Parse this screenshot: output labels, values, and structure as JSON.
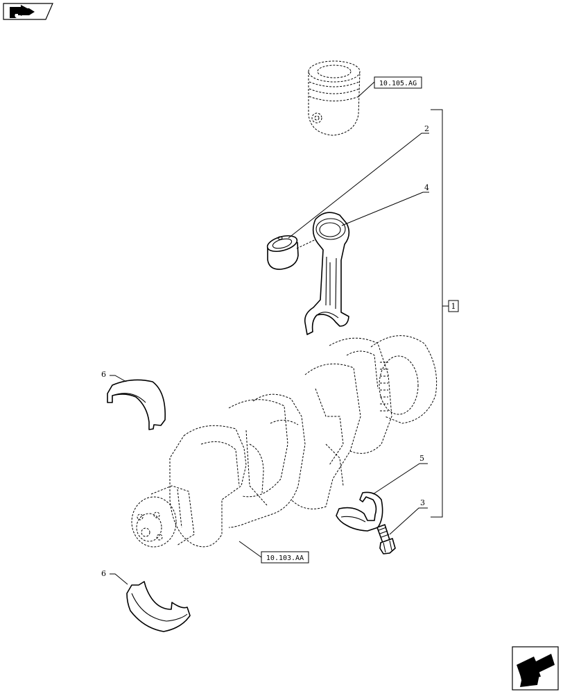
{
  "references": {
    "piston": "10.105.AG",
    "crankshaft": "10.103.AA"
  },
  "callouts": {
    "group": "1",
    "con_rod_bushing": "2",
    "bolt": "3",
    "con_rod": "4",
    "bearing_cap": "5",
    "main_bearing_upper": "6",
    "main_bearing_lower": "6"
  },
  "icons": {
    "top_left": "previous-page-icon",
    "bottom_right": "next-page-icon"
  }
}
